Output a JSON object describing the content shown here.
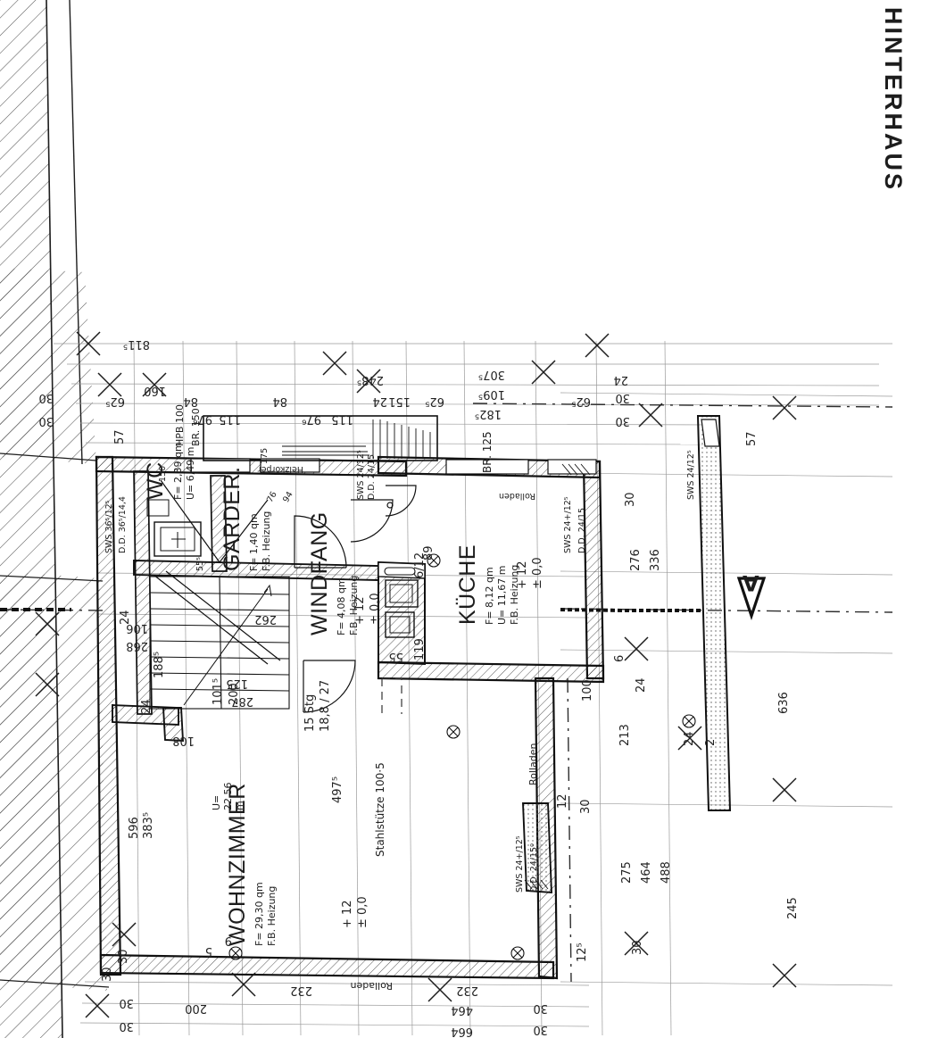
{
  "sheet": {
    "title": "HINTERHAUS",
    "description": "Hand-drawn German architectural ground-floor plan (Grundriss) of a rear building",
    "section_marker": "A"
  },
  "rooms": [
    {
      "name": "WC",
      "area": "F= 2,39 qm",
      "perimeter": "U= 6,49 m",
      "heating": ""
    },
    {
      "name": "GARDER.",
      "area": "F= 1,40 qm",
      "perimeter": "",
      "heating": "F.B. Heizung"
    },
    {
      "name": "WINDFANG",
      "area": "F= 4,08 qm",
      "perimeter": "",
      "heating": "F.B. Heizung"
    },
    {
      "name": "KÜCHE",
      "area": "F= 8,12 qm",
      "perimeter": "U= 11,67 m",
      "heating": "F.B. Heizung"
    },
    {
      "name": "WOHNZIMMER",
      "area": "F= 29,30 qm",
      "perimeter": "U= 22,56 m",
      "heating": "F.B. Heizung"
    }
  ],
  "levels": {
    "kueche_upper": "+ 12",
    "kueche_lower": "± 0,0",
    "windfang_level": "+ 12",
    "wohnzimmer_upper": "+ 12",
    "wohnzimmer_lower": "± 0,0",
    "shaft_upper": "+ 12",
    "shaft_lower": "± 0,0",
    "terrace_level": "± 0,0"
  },
  "annotations": {
    "stair": "15 Stg",
    "stair_rise_run": "18,8 / 27",
    "steel_column": "Stahlstütze 100·5",
    "hpb": "HPB 100",
    "br150": "BR. 150",
    "br125": "BR. 125",
    "rolladen_right": "Rolladen",
    "rolladen_bottom": "Rolladen",
    "rolladen_top": "Rolladen",
    "hk_label": "Heizkörper",
    "lintel_wc_sws": "SWS 36⁵/12⁵",
    "lintel_wc_dd": "D.D. 36⁵/14,4",
    "lintel_kueche_sws": "SWS 24+/12⁵",
    "lintel_kueche_dd": "D.D. 24/15",
    "lintel_terrace_sws": "SWS 24+/12⁵",
    "lintel_terrace_dd": "D.D. 24/15⁰",
    "lintel_outer_sws": "SWS 24/12⁵",
    "lintel_window_sws": "SWS 24/12⁵",
    "lintel_window_dd": "D.D. 24/15"
  },
  "dims": {
    "top_overall": "811⁵",
    "top_chain1": [
      "62⁵",
      "84",
      "97⁶",
      "115",
      "84",
      "97⁶",
      "115",
      "151",
      "248⁵"
    ],
    "top_160": "160",
    "top_24a": "24",
    "top_24b": "24",
    "top_right": [
      "62⁵",
      "182⁵",
      "109⁵",
      "307⁵",
      "62⁵"
    ],
    "top_30a": "30",
    "top_30b": "30",
    "top_30c": "30",
    "top_30d": "30",
    "top_57a": "57",
    "top_57b": "57",
    "left_24a": "24",
    "left_268": "268",
    "left_106": "106",
    "left_188": "188⁵",
    "left_125": "125",
    "left_287": "287",
    "left_24b": "24",
    "left_200": "200",
    "left_101": "101⁵",
    "left_262": "262",
    "left_108": "108",
    "left_596": "596",
    "left_383": "383⁵",
    "left_30a": "30",
    "left_30b": "30",
    "left_5": "5",
    "mid_497": "497⁵",
    "mid_55": "55",
    "mid_119": "119",
    "mid_89": "89",
    "mid_612": "6/12",
    "mid_24_15": "24/15",
    "right_276": "276",
    "right_336": "336",
    "right_30a": "30",
    "right_6": "6",
    "right_24a": "24",
    "right_100": "100",
    "right_213": "213",
    "right_30b": "30",
    "right_275": "275",
    "right_464": "464",
    "right_488": "488",
    "right_30c": "30",
    "right_12": "12⁵",
    "right_12b": "12",
    "right_636": "636",
    "right_245": "245",
    "right_24b": "24",
    "right_2": "2",
    "bottom_30a": "30",
    "bottom_30b": "30",
    "bottom_200": "200",
    "bottom_232a": "232",
    "bottom_232b": "232",
    "bottom_464": "464",
    "bottom_664": "664",
    "bottom_30c": "30",
    "bottom_30d": "30",
    "wohn_9": "9",
    "top_150": "150",
    "top_175": "175",
    "garder_76": "76",
    "garder_94": "94",
    "wc_55": "55⁵",
    "win_262": "262"
  },
  "colors": {
    "ink": "#1d1d1d",
    "paper": "#ffffff",
    "light": "#777777"
  }
}
